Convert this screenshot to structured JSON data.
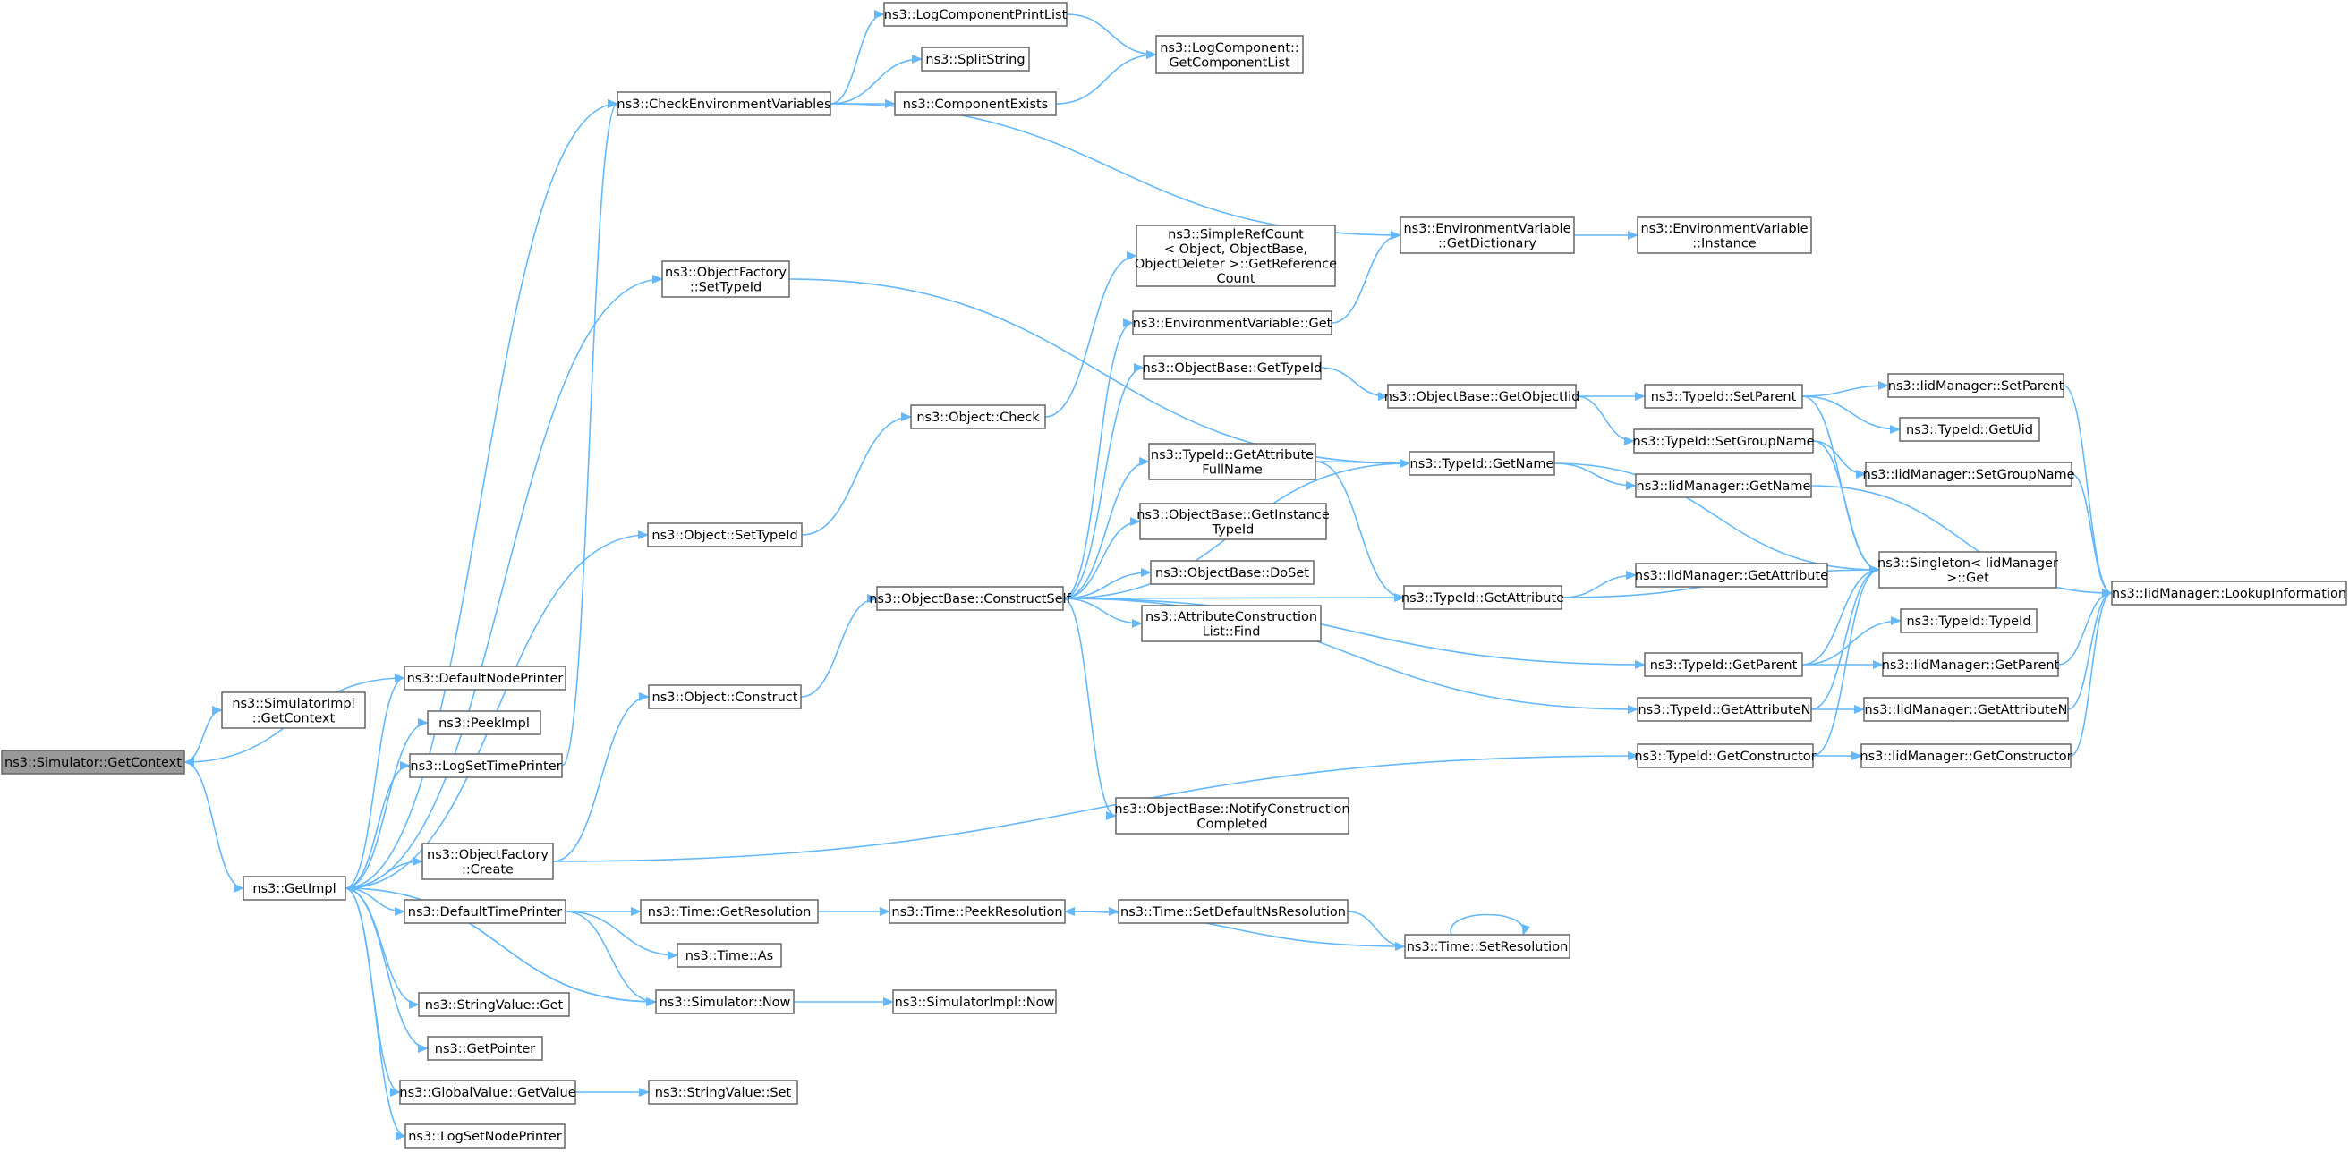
{
  "graph": {
    "nodes": [
      {
        "id": "get_context",
        "lines": [
          "ns3::Simulator::GetContext"
        ],
        "root": true
      },
      {
        "id": "simimpl_get_context",
        "lines": [
          "ns3::SimulatorImpl",
          "::GetContext"
        ]
      },
      {
        "id": "get_impl",
        "lines": [
          "ns3::GetImpl"
        ]
      },
      {
        "id": "default_node_printer",
        "lines": [
          "ns3::DefaultNodePrinter"
        ]
      },
      {
        "id": "peek_impl",
        "lines": [
          "ns3::PeekImpl"
        ]
      },
      {
        "id": "log_set_time_printer",
        "lines": [
          "ns3::LogSetTimePrinter"
        ]
      },
      {
        "id": "object_factory_create",
        "lines": [
          "ns3::ObjectFactory",
          "::Create"
        ]
      },
      {
        "id": "default_time_printer",
        "lines": [
          "ns3::DefaultTimePrinter"
        ]
      },
      {
        "id": "string_value_get",
        "lines": [
          "ns3::StringValue::Get"
        ]
      },
      {
        "id": "get_pointer",
        "lines": [
          "ns3::GetPointer"
        ]
      },
      {
        "id": "global_value_get_value",
        "lines": [
          "ns3::GlobalValue::GetValue"
        ]
      },
      {
        "id": "log_set_node_printer",
        "lines": [
          "ns3::LogSetNodePrinter"
        ]
      },
      {
        "id": "check_env_vars",
        "lines": [
          "ns3::CheckEnvironmentVariables"
        ]
      },
      {
        "id": "object_factory_set_type_id",
        "lines": [
          "ns3::ObjectFactory",
          "::SetTypeId"
        ]
      },
      {
        "id": "object_set_type_id",
        "lines": [
          "ns3::Object::SetTypeId"
        ]
      },
      {
        "id": "object_construct",
        "lines": [
          "ns3::Object::Construct"
        ]
      },
      {
        "id": "time_get_resolution",
        "lines": [
          "ns3::Time::GetResolution"
        ]
      },
      {
        "id": "time_as",
        "lines": [
          "ns3::Time::As"
        ]
      },
      {
        "id": "simulator_now",
        "lines": [
          "ns3::Simulator::Now"
        ]
      },
      {
        "id": "string_value_set",
        "lines": [
          "ns3::StringValue::Set"
        ]
      },
      {
        "id": "log_component_print_list",
        "lines": [
          "ns3::LogComponentPrintList"
        ]
      },
      {
        "id": "split_string",
        "lines": [
          "ns3::SplitString"
        ]
      },
      {
        "id": "component_exists",
        "lines": [
          "ns3::ComponentExists"
        ]
      },
      {
        "id": "log_component_get_list",
        "lines": [
          "ns3::LogComponent::",
          "GetComponentList"
        ]
      },
      {
        "id": "env_var_get_dictionary",
        "lines": [
          "ns3::EnvironmentVariable",
          "::GetDictionary"
        ]
      },
      {
        "id": "env_var_instance",
        "lines": [
          "ns3::EnvironmentVariable",
          "::Instance"
        ]
      },
      {
        "id": "simple_ref_count",
        "lines": [
          "ns3::SimpleRefCount",
          "< Object, ObjectBase,",
          " ObjectDeleter >::GetReference",
          "Count"
        ]
      },
      {
        "id": "env_var_get",
        "lines": [
          "ns3::EnvironmentVariable::Get"
        ]
      },
      {
        "id": "object_check",
        "lines": [
          "ns3::Object::Check"
        ]
      },
      {
        "id": "object_base_get_type_id",
        "lines": [
          "ns3::ObjectBase::GetTypeId"
        ]
      },
      {
        "id": "typeid_get_attribute_full_name",
        "lines": [
          "ns3::TypeId::GetAttribute",
          "FullName"
        ]
      },
      {
        "id": "object_base_get_instance_type_id",
        "lines": [
          "ns3::ObjectBase::GetInstance",
          "TypeId"
        ]
      },
      {
        "id": "object_base_do_set",
        "lines": [
          "ns3::ObjectBase::DoSet"
        ]
      },
      {
        "id": "object_base_construct_self",
        "lines": [
          "ns3::ObjectBase::ConstructSelf"
        ]
      },
      {
        "id": "attribute_construction_list_find",
        "lines": [
          "ns3::AttributeConstruction",
          "List::Find"
        ]
      },
      {
        "id": "object_base_notify_construction_completed",
        "lines": [
          "ns3::ObjectBase::NotifyConstruction",
          "Completed"
        ]
      },
      {
        "id": "time_peek_resolution",
        "lines": [
          "ns3::Time::PeekResolution"
        ]
      },
      {
        "id": "time_set_default_ns_resolution",
        "lines": [
          "ns3::Time::SetDefaultNsResolution"
        ]
      },
      {
        "id": "time_set_resolution",
        "lines": [
          "ns3::Time::SetResolution"
        ]
      },
      {
        "id": "simulator_impl_now",
        "lines": [
          "ns3::SimulatorImpl::Now"
        ]
      },
      {
        "id": "object_base_get_object_iid",
        "lines": [
          "ns3::ObjectBase::GetObjectIid"
        ]
      },
      {
        "id": "typeid_get_name",
        "lines": [
          "ns3::TypeId::GetName"
        ]
      },
      {
        "id": "typeid_get_attribute",
        "lines": [
          "ns3::TypeId::GetAttribute"
        ]
      },
      {
        "id": "typeid_set_parent",
        "lines": [
          "ns3::TypeId::SetParent"
        ]
      },
      {
        "id": "typeid_set_group_name",
        "lines": [
          "ns3::TypeId::SetGroupName"
        ]
      },
      {
        "id": "iidmanager_get_name",
        "lines": [
          "ns3::IidManager::GetName"
        ]
      },
      {
        "id": "iidmanager_get_attribute",
        "lines": [
          "ns3::IidManager::GetAttribute"
        ]
      },
      {
        "id": "typeid_get_parent",
        "lines": [
          "ns3::TypeId::GetParent"
        ]
      },
      {
        "id": "typeid_get_attribute_n",
        "lines": [
          "ns3::TypeId::GetAttributeN"
        ]
      },
      {
        "id": "typeid_get_constructor",
        "lines": [
          "ns3::TypeId::GetConstructor"
        ]
      },
      {
        "id": "singleton_get",
        "lines": [
          "ns3::Singleton< IidManager",
          " >::Get"
        ]
      },
      {
        "id": "iidmanager_set_parent",
        "lines": [
          "ns3::IidManager::SetParent"
        ]
      },
      {
        "id": "typeid_get_uid",
        "lines": [
          "ns3::TypeId::GetUid"
        ]
      },
      {
        "id": "iidmanager_set_group_name",
        "lines": [
          "ns3::IidManager::SetGroupName"
        ]
      },
      {
        "id": "typeid_typeid",
        "lines": [
          "ns3::TypeId::TypeId"
        ]
      },
      {
        "id": "iidmanager_get_parent",
        "lines": [
          "ns3::IidManager::GetParent"
        ]
      },
      {
        "id": "iidmanager_get_attribute_n",
        "lines": [
          "ns3::IidManager::GetAttributeN"
        ]
      },
      {
        "id": "iidmanager_get_constructor",
        "lines": [
          "ns3::IidManager::GetConstructor"
        ]
      },
      {
        "id": "iidmanager_lookup_information",
        "lines": [
          "ns3::IidManager::LookupInformation"
        ]
      }
    ],
    "edges": [
      [
        "get_context",
        "simimpl_get_context"
      ],
      [
        "get_context",
        "get_impl"
      ],
      [
        "default_node_printer",
        "get_context"
      ],
      [
        "get_impl",
        "default_node_printer"
      ],
      [
        "get_impl",
        "peek_impl"
      ],
      [
        "get_impl",
        "log_set_time_printer"
      ],
      [
        "get_impl",
        "object_factory_create"
      ],
      [
        "get_impl",
        "default_time_printer"
      ],
      [
        "get_impl",
        "string_value_get"
      ],
      [
        "get_impl",
        "get_pointer"
      ],
      [
        "get_impl",
        "global_value_get_value"
      ],
      [
        "get_impl",
        "log_set_node_printer"
      ],
      [
        "get_impl",
        "check_env_vars"
      ],
      [
        "get_impl",
        "object_factory_set_type_id"
      ],
      [
        "get_impl",
        "object_set_type_id"
      ],
      [
        "get_impl",
        "simulator_now"
      ],
      [
        "simulator_now",
        "get_impl"
      ],
      [
        "log_set_time_printer",
        "check_env_vars"
      ],
      [
        "object_factory_create",
        "object_construct"
      ],
      [
        "object_factory_create",
        "typeid_get_constructor"
      ],
      [
        "default_time_printer",
        "time_get_resolution"
      ],
      [
        "default_time_printer",
        "time_as"
      ],
      [
        "default_time_printer",
        "simulator_now"
      ],
      [
        "global_value_get_value",
        "string_value_set"
      ],
      [
        "check_env_vars",
        "log_component_print_list"
      ],
      [
        "check_env_vars",
        "split_string"
      ],
      [
        "check_env_vars",
        "component_exists"
      ],
      [
        "check_env_vars",
        "env_var_get_dictionary"
      ],
      [
        "log_component_print_list",
        "log_component_get_list"
      ],
      [
        "component_exists",
        "log_component_get_list"
      ],
      [
        "env_var_get_dictionary",
        "env_var_instance"
      ],
      [
        "object_factory_set_type_id",
        "typeid_get_name"
      ],
      [
        "object_set_type_id",
        "object_check"
      ],
      [
        "object_check",
        "simple_ref_count"
      ],
      [
        "object_construct",
        "object_base_construct_self"
      ],
      [
        "object_base_construct_self",
        "env_var_get"
      ],
      [
        "object_base_construct_self",
        "object_base_get_type_id"
      ],
      [
        "object_base_construct_self",
        "typeid_get_name"
      ],
      [
        "object_base_construct_self",
        "typeid_get_attribute_full_name"
      ],
      [
        "object_base_construct_self",
        "object_base_get_instance_type_id"
      ],
      [
        "object_base_construct_self",
        "object_base_do_set"
      ],
      [
        "object_base_construct_self",
        "attribute_construction_list_find"
      ],
      [
        "object_base_construct_self",
        "typeid_get_attribute"
      ],
      [
        "object_base_construct_self",
        "typeid_get_parent"
      ],
      [
        "object_base_construct_self",
        "typeid_get_attribute_n"
      ],
      [
        "object_base_construct_self",
        "object_base_notify_construction_completed"
      ],
      [
        "env_var_get",
        "env_var_get_dictionary"
      ],
      [
        "object_base_get_type_id",
        "object_base_get_object_iid"
      ],
      [
        "typeid_get_attribute_full_name",
        "typeid_get_name"
      ],
      [
        "typeid_get_attribute_full_name",
        "typeid_get_attribute"
      ],
      [
        "object_base_get_object_iid",
        "typeid_set_parent"
      ],
      [
        "object_base_get_object_iid",
        "typeid_set_group_name"
      ],
      [
        "typeid_get_name",
        "iidmanager_get_name"
      ],
      [
        "typeid_get_name",
        "singleton_get"
      ],
      [
        "typeid_get_attribute",
        "iidmanager_get_attribute"
      ],
      [
        "typeid_get_attribute",
        "singleton_get"
      ],
      [
        "typeid_set_parent",
        "iidmanager_set_parent"
      ],
      [
        "typeid_set_parent",
        "typeid_get_uid"
      ],
      [
        "typeid_set_parent",
        "singleton_get"
      ],
      [
        "typeid_set_group_name",
        "iidmanager_set_group_name"
      ],
      [
        "typeid_set_group_name",
        "singleton_get"
      ],
      [
        "iidmanager_get_name",
        "iidmanager_lookup_information"
      ],
      [
        "typeid_get_parent",
        "typeid_typeid"
      ],
      [
        "typeid_get_parent",
        "iidmanager_get_parent"
      ],
      [
        "typeid_get_parent",
        "singleton_get"
      ],
      [
        "typeid_get_attribute_n",
        "iidmanager_get_attribute_n"
      ],
      [
        "typeid_get_attribute_n",
        "singleton_get"
      ],
      [
        "typeid_get_constructor",
        "iidmanager_get_constructor"
      ],
      [
        "typeid_get_constructor",
        "singleton_get"
      ],
      [
        "iidmanager_set_parent",
        "iidmanager_lookup_information"
      ],
      [
        "iidmanager_set_group_name",
        "iidmanager_lookup_information"
      ],
      [
        "iidmanager_get_parent",
        "iidmanager_lookup_information"
      ],
      [
        "iidmanager_get_attribute_n",
        "iidmanager_lookup_information"
      ],
      [
        "iidmanager_get_constructor",
        "iidmanager_lookup_information"
      ],
      [
        "time_get_resolution",
        "time_peek_resolution"
      ],
      [
        "time_peek_resolution",
        "time_set_default_ns_resolution"
      ],
      [
        "time_set_default_ns_resolution",
        "time_set_resolution"
      ],
      [
        "time_set_resolution",
        "time_peek_resolution"
      ],
      [
        "time_set_resolution",
        "time_set_resolution"
      ],
      [
        "simulator_now",
        "simulator_impl_now"
      ]
    ]
  }
}
